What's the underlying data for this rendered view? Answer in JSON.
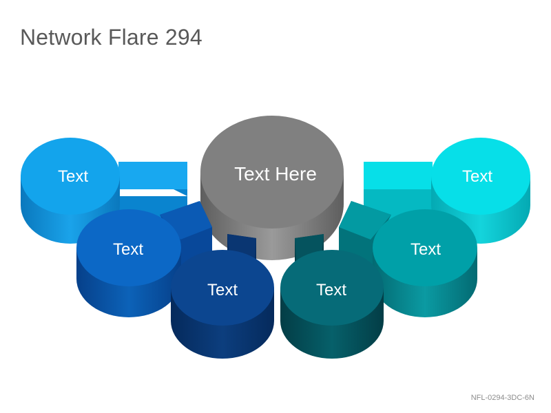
{
  "title": "Network Flare 294",
  "footer_code": "NFL-0294-3DC-6N",
  "center": {
    "label": "Text Here",
    "color": "#808080"
  },
  "nodes": [
    {
      "id": "left-outer",
      "label": "Text",
      "color": "#13a4ec"
    },
    {
      "id": "left-middle",
      "label": "Text",
      "color": "#0c68c6"
    },
    {
      "id": "left-inner",
      "label": "Text",
      "color": "#0c4690"
    },
    {
      "id": "right-inner",
      "label": "Text",
      "color": "#066b78"
    },
    {
      "id": "right-middle",
      "label": "Text",
      "color": "#00a0a8"
    },
    {
      "id": "right-outer",
      "label": "Text",
      "color": "#07dfe8"
    }
  ]
}
